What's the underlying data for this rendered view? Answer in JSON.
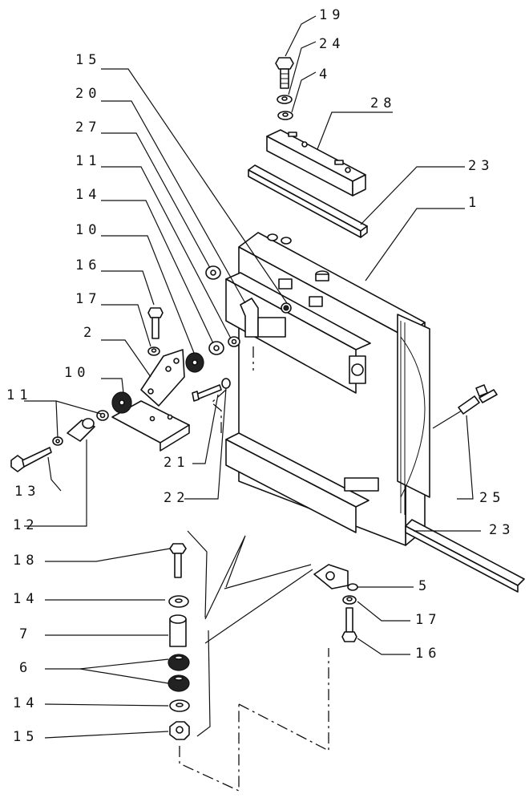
{
  "diagram": {
    "callouts": {
      "c19": "19",
      "c24": "24",
      "c4": "4",
      "c28": "28",
      "c15a": "15",
      "c20": "20",
      "c23a": "23",
      "c27": "27",
      "c1": "1",
      "c11a": "11",
      "c14a": "14",
      "c10a": "10",
      "c16a": "16",
      "c17a": "17",
      "c2": "2",
      "c10b": "10",
      "c11b": "11",
      "c13": "13",
      "c12": "12",
      "c21": "21",
      "c22": "22",
      "c25": "25",
      "c23b": "23",
      "c18": "18",
      "c14b": "14",
      "c7": "7",
      "c6": "6",
      "c14c": "14",
      "c15b": "15",
      "c5": "5",
      "c17b": "17",
      "c16b": "16"
    }
  }
}
